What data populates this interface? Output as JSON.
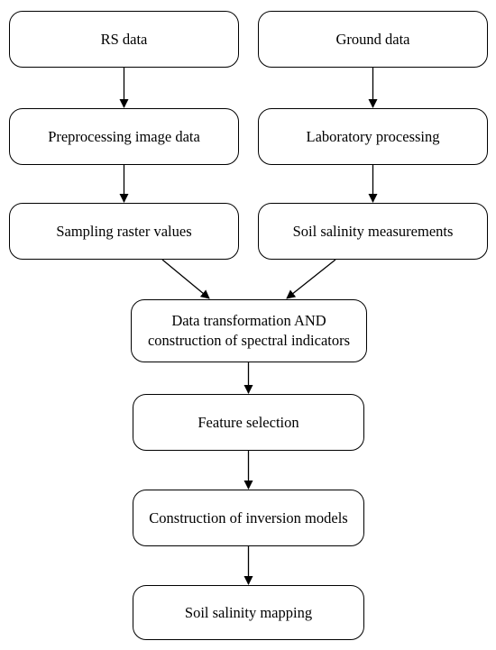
{
  "diagram": {
    "nodes": {
      "rs_data": "RS data",
      "ground_data": "Ground data",
      "preprocessing": "Preprocessing image data",
      "laboratory": "Laboratory processing",
      "sampling": "Sampling raster values",
      "soil_measurements": "Soil salinity measurements",
      "transformation": "Data transformation AND\nconstruction of spectral indicators",
      "feature_selection": "Feature selection",
      "inversion_models": "Construction of inversion models",
      "mapping": "Soil salinity mapping"
    },
    "edges": [
      {
        "from": "rs_data",
        "to": "preprocessing"
      },
      {
        "from": "ground_data",
        "to": "laboratory"
      },
      {
        "from": "preprocessing",
        "to": "sampling"
      },
      {
        "from": "laboratory",
        "to": "soil_measurements"
      },
      {
        "from": "sampling",
        "to": "transformation"
      },
      {
        "from": "soil_measurements",
        "to": "transformation"
      },
      {
        "from": "transformation",
        "to": "feature_selection"
      },
      {
        "from": "feature_selection",
        "to": "inversion_models"
      },
      {
        "from": "inversion_models",
        "to": "mapping"
      }
    ],
    "colors": {
      "stroke": "#000000",
      "fill": "#ffffff",
      "text": "#000000"
    }
  }
}
